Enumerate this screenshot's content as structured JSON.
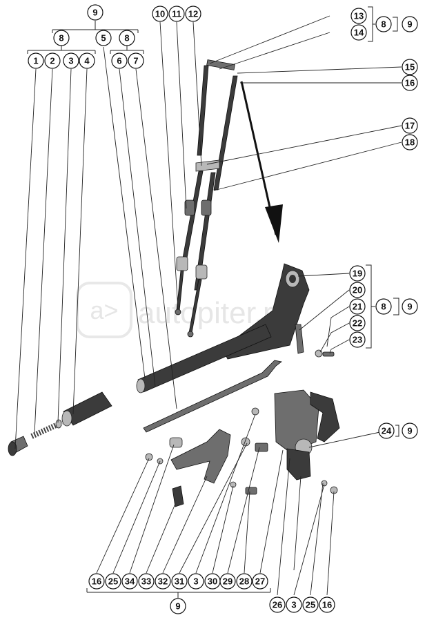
{
  "watermark": {
    "text": "autopiter.ru",
    "logo": "a>"
  },
  "callouts": {
    "c9a": "9",
    "c8a": "8",
    "c5": "5",
    "c8b": "8",
    "c1": "1",
    "c2": "2",
    "c3a": "3",
    "c4": "4",
    "c6": "6",
    "c7": "7",
    "c10": "10",
    "c11": "11",
    "c12": "12",
    "c13": "13",
    "c14": "14",
    "c8c": "8",
    "c9b": "9",
    "c15": "15",
    "c16a": "16",
    "c17": "17",
    "c18": "18",
    "c19": "19",
    "c20": "20",
    "c21": "21",
    "c22": "22",
    "c23": "23",
    "c8d": "8",
    "c9c": "9",
    "c24": "24",
    "c9d": "9",
    "b16": "16",
    "b25": "25",
    "b34": "34",
    "b33": "33",
    "b32": "32",
    "b31": "31",
    "b3": "3",
    "b30": "30",
    "b29": "29",
    "b28": "28",
    "b27": "27",
    "b9": "9",
    "r26": "26",
    "r3": "3",
    "r25": "25",
    "r16": "16"
  }
}
